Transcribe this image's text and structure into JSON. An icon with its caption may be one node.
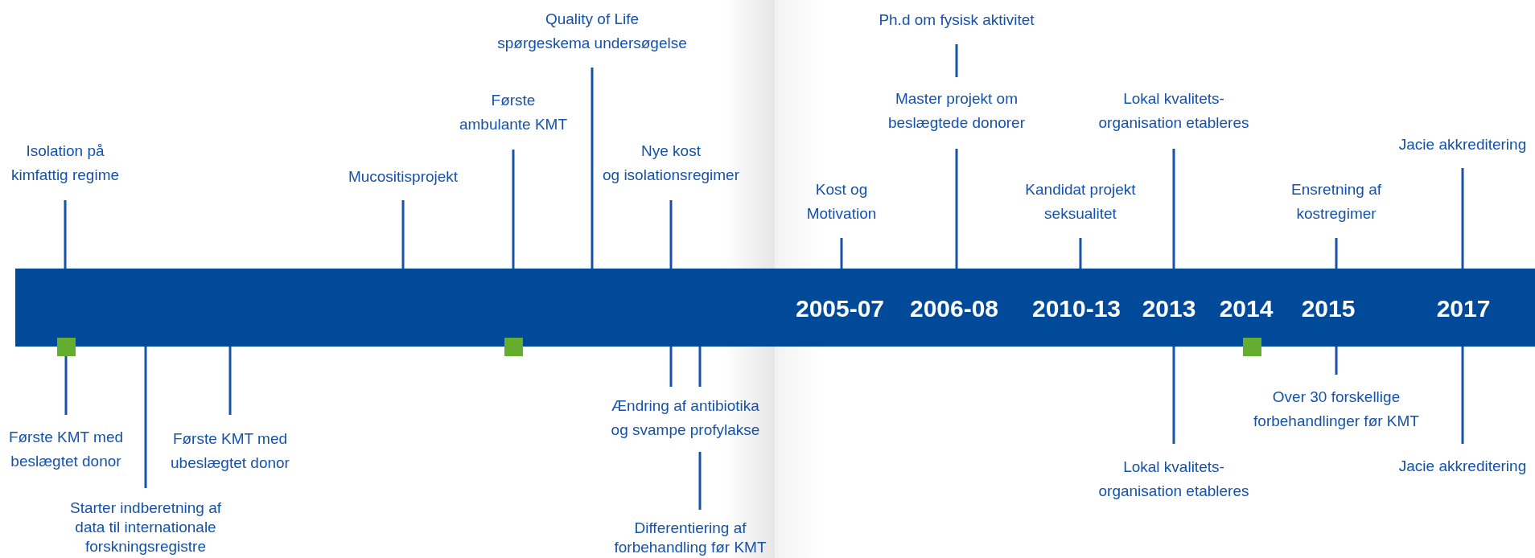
{
  "diagram": {
    "nodes": [
      {
        "text": [
          "2005-07",
          "2006-08",
          "2010-13",
          "2013",
          "2014",
          "2015",
          "2017"
        ]
      },
      {
        "text": [
          "Isolation på kimfattig regime"
        ]
      },
      {
        "text": [
          "Mucositisprojekt"
        ]
      },
      {
        "text": [
          "Første ambulante KMT"
        ]
      },
      {
        "text": [
          "Quality of Life spørgeskema undersøgelse"
        ]
      },
      {
        "text": [
          "Nye kost og isolationsregimer"
        ]
      },
      {
        "text": [
          "Kost og Motivation"
        ]
      },
      {
        "text": [
          "Ph.d om fysisk aktivitet"
        ]
      },
      {
        "text": [
          "Master projekt om beslægtede donorer"
        ]
      },
      {
        "text": [
          "Kandidat projekt seksualitet"
        ]
      },
      {
        "text": [
          "Lokal kvalitets- organisation etableres"
        ]
      },
      {
        "text": [
          "Ensretning af kostregimer"
        ]
      },
      {
        "text": [
          "Jacie akkreditering"
        ]
      },
      {
        "text": [
          "Første KMT med beslægtet donor"
        ]
      },
      {
        "text": [
          "Starter indberetning af data til internationale forskningsregistre"
        ]
      },
      {
        "text": [
          "Første KMT med ubeslægtet donor"
        ]
      },
      {
        "text": [
          "Ændring af antibiotika og svampe profylakse"
        ]
      },
      {
        "text": [
          "Differentiering af forbehandling før KMT"
        ]
      },
      {
        "text": [
          "Lokal kvalitets- organisation etableres"
        ]
      },
      {
        "text": [
          "Over 30 forskellige forbehandlinger før KMT"
        ]
      },
      {
        "text": [
          "Jacie akkreditering"
        ]
      },
      {
        "text": [],
        "shape": "box"
      },
      {
        "text": [],
        "shape": "box"
      },
      {
        "text": [],
        "shape": "box"
      }
    ],
    "edges": [
      {
        "from": 1,
        "to": 0,
        "arrow": "none"
      },
      {
        "from": 2,
        "to": 0,
        "arrow": "none"
      },
      {
        "from": 3,
        "to": 0,
        "arrow": "none"
      },
      {
        "from": 4,
        "to": 0,
        "arrow": "none"
      },
      {
        "from": 5,
        "to": 0,
        "arrow": "none"
      },
      {
        "from": 6,
        "to": 0,
        "arrow": "none"
      },
      {
        "from": 7,
        "to": 8,
        "arrow": "none"
      },
      {
        "from": 8,
        "to": 0,
        "arrow": "none"
      },
      {
        "from": 9,
        "to": 0,
        "arrow": "none"
      },
      {
        "from": 10,
        "to": 0,
        "arrow": "none"
      },
      {
        "from": 11,
        "to": 0,
        "arrow": "none"
      },
      {
        "from": 12,
        "to": 0,
        "arrow": "none"
      },
      {
        "from": 13,
        "to": 21,
        "arrow": "none"
      },
      {
        "from": 14,
        "to": 0,
        "arrow": "none"
      },
      {
        "from": 15,
        "to": 0,
        "arrow": "none"
      },
      {
        "from": 16,
        "to": 0,
        "arrow": "none"
      },
      {
        "from": 16,
        "to": 0,
        "arrow": "none"
      },
      {
        "from": 17,
        "to": 16,
        "arrow": "none"
      },
      {
        "from": 18,
        "to": 0,
        "arrow": "none"
      },
      {
        "from": 19,
        "to": 0,
        "arrow": "none"
      },
      {
        "from": 20,
        "to": 0,
        "arrow": "none"
      }
    ]
  }
}
